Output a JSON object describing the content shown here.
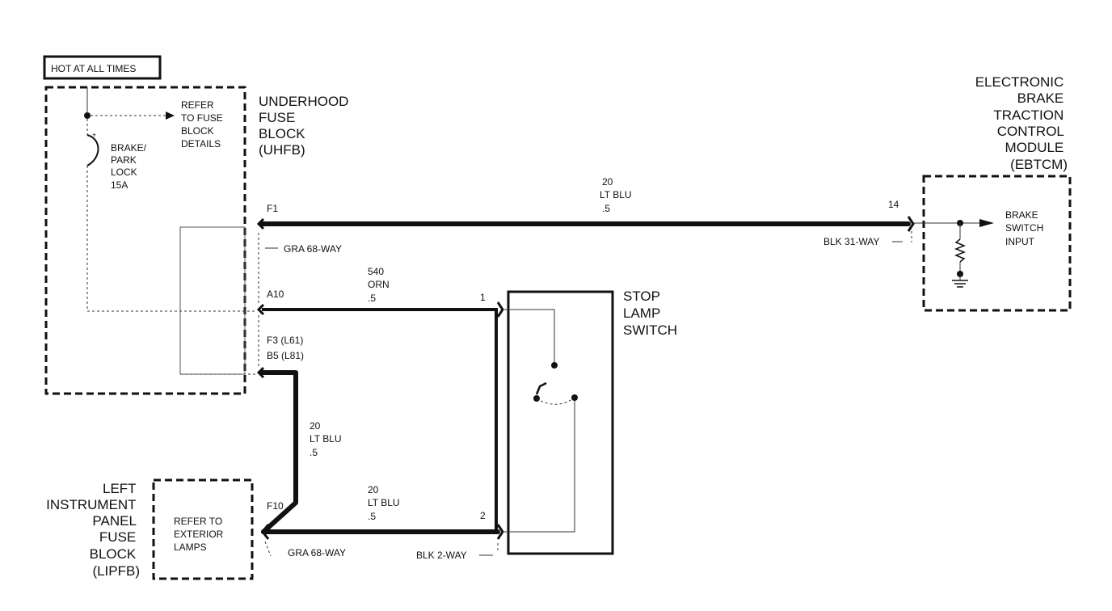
{
  "hot_label": "HOT AT ALL TIMES",
  "uhfb": {
    "name_lines": [
      "UNDERHOOD",
      "FUSE",
      "BLOCK",
      "(UHFB)"
    ],
    "fuse_label_lines": [
      "BRAKE/",
      "PARK",
      "LOCK",
      "15A"
    ],
    "refer_lines": [
      "REFER",
      "TO FUSE",
      "BLOCK",
      "DETAILS"
    ],
    "conn_label": "GRA 68-WAY",
    "pins": {
      "f1": "F1",
      "a10": "A10",
      "f3": "F3 (L61)",
      "b5": "B5 (L81)"
    }
  },
  "ebtcm": {
    "name_lines": [
      "ELECTRONIC",
      "BRAKE",
      "TRACTION",
      "CONTROL",
      "MODULE",
      "(EBTCM)"
    ],
    "pin": "14",
    "conn_label": "BLK 31-WAY",
    "input_lines": [
      "BRAKE",
      "SWITCH",
      "INPUT"
    ]
  },
  "wire_top": {
    "gauge": "20",
    "color": "LT BLU",
    "size": ".5"
  },
  "wire_orn": {
    "circuit": "540",
    "color": "ORN",
    "size": ".5"
  },
  "wire_vertical": {
    "gauge": "20",
    "color": "LT BLU",
    "size": ".5"
  },
  "wire_bottom": {
    "gauge": "20",
    "color": "LT BLU",
    "size": ".5"
  },
  "stop_switch": {
    "name_lines": [
      "STOP",
      "LAMP",
      "SWITCH"
    ],
    "pin1": "1",
    "pin2": "2",
    "conn_label": "BLK 2-WAY"
  },
  "lipfb": {
    "name_lines": [
      "LEFT",
      "INSTRUMENT",
      "PANEL",
      "FUSE",
      "BLOCK",
      "(LIPFB)"
    ],
    "refer_lines": [
      "REFER TO",
      "EXTERIOR",
      "LAMPS"
    ],
    "pin": "F10",
    "conn_label": "GRA 68-WAY"
  }
}
